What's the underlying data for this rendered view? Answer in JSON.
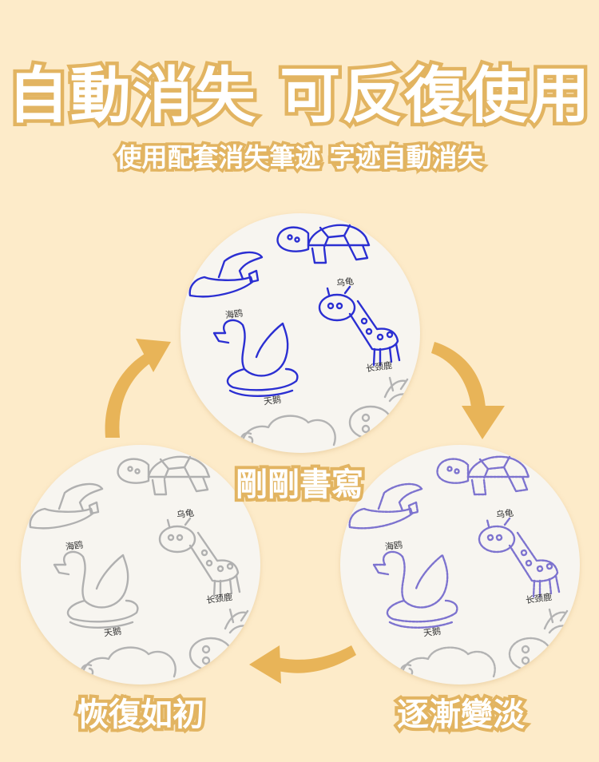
{
  "title": "自動消失 可反復使用",
  "subtitle": "使用配套消失筆迹 字迹自動消失",
  "steps": {
    "written": "剛剛書寫",
    "fading": "逐漸變淡",
    "restored": "恢復如初"
  },
  "animal_labels": {
    "seagull": "海鸥",
    "turtle": "乌龟",
    "swan": "天鹅",
    "giraffe": "长颈鹿"
  },
  "colors": {
    "background": "#fdebc9",
    "accent": "#e2b461",
    "ink_fresh": "#2b2fd2",
    "ink_fading": "#7d73cf",
    "ink_gone": "#a9a9a9"
  }
}
